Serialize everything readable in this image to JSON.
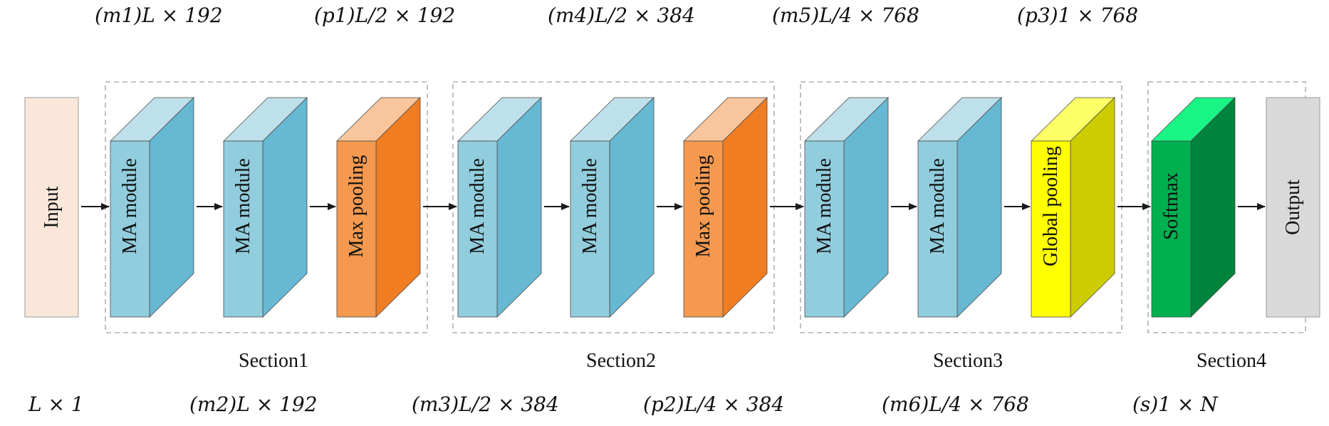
{
  "nodes": [
    {
      "id": "input",
      "label": "Input",
      "kind": "flat",
      "front": "#fbe7da",
      "top": "#fbe7da",
      "side": "#fbe7da"
    },
    {
      "id": "ma1",
      "label": "MA module",
      "kind": "box",
      "front": "#92cddd",
      "top": "#bde0ea",
      "side": "#67b8d2"
    },
    {
      "id": "ma2",
      "label": "MA module",
      "kind": "box",
      "front": "#92cddd",
      "top": "#bde0ea",
      "side": "#67b8d2"
    },
    {
      "id": "maxpool1",
      "label": "Max pooling",
      "kind": "box",
      "front": "#f5994f",
      "top": "#f9c59c",
      "side": "#f07d22"
    },
    {
      "id": "ma3",
      "label": "MA module",
      "kind": "box",
      "front": "#92cddd",
      "top": "#bde0ea",
      "side": "#67b8d2"
    },
    {
      "id": "ma4",
      "label": "MA module",
      "kind": "box",
      "front": "#92cddd",
      "top": "#bde0ea",
      "side": "#67b8d2"
    },
    {
      "id": "maxpool2",
      "label": "Max pooling",
      "kind": "box",
      "front": "#f5994f",
      "top": "#f9c59c",
      "side": "#f07d22"
    },
    {
      "id": "ma5",
      "label": "MA module",
      "kind": "box",
      "front": "#92cddd",
      "top": "#bde0ea",
      "side": "#67b8d2"
    },
    {
      "id": "ma6",
      "label": "MA module",
      "kind": "box",
      "front": "#92cddd",
      "top": "#bde0ea",
      "side": "#67b8d2"
    },
    {
      "id": "globalpool",
      "label": "Global pooling",
      "kind": "box",
      "front": "#ffff00",
      "top": "#ffff66",
      "side": "#cccc00"
    },
    {
      "id": "softmax",
      "label": "Softmax",
      "kind": "box",
      "front": "#00b050",
      "top": "#19f585",
      "side": "#00843c"
    },
    {
      "id": "output",
      "label": "Output",
      "kind": "flat",
      "front": "#d9d9d9",
      "top": "#d9d9d9",
      "side": "#d9d9d9"
    }
  ],
  "edges": [
    {
      "from": "input",
      "to": "ma1"
    },
    {
      "from": "ma1",
      "to": "ma2"
    },
    {
      "from": "ma2",
      "to": "maxpool1"
    },
    {
      "from": "maxpool1",
      "to": "ma3"
    },
    {
      "from": "ma3",
      "to": "ma4"
    },
    {
      "from": "ma4",
      "to": "maxpool2"
    },
    {
      "from": "maxpool2",
      "to": "ma5"
    },
    {
      "from": "ma5",
      "to": "ma6"
    },
    {
      "from": "ma6",
      "to": "globalpool"
    },
    {
      "from": "globalpool",
      "to": "softmax"
    },
    {
      "from": "softmax",
      "to": "output"
    }
  ],
  "sections": [
    {
      "id": "section1",
      "label": "Section1"
    },
    {
      "id": "section2",
      "label": "Section2"
    },
    {
      "id": "section3",
      "label": "Section3"
    },
    {
      "id": "section4",
      "label": "Section4"
    }
  ],
  "dimensions": {
    "m1": "(m1)L × 192",
    "p1": "(p1)L/2 × 192",
    "m4": "(m4)L/2 × 384",
    "m5": "(m5)L/4 × 768",
    "p3": "(p3)1 × 768",
    "input": "L × 1",
    "m2": "(m2)L × 192",
    "m3": "(m3)L/2 × 384",
    "p2": "(p2)L/4 × 384",
    "m6": "(m6)L/4 × 768",
    "s": "(s)1 × N"
  }
}
